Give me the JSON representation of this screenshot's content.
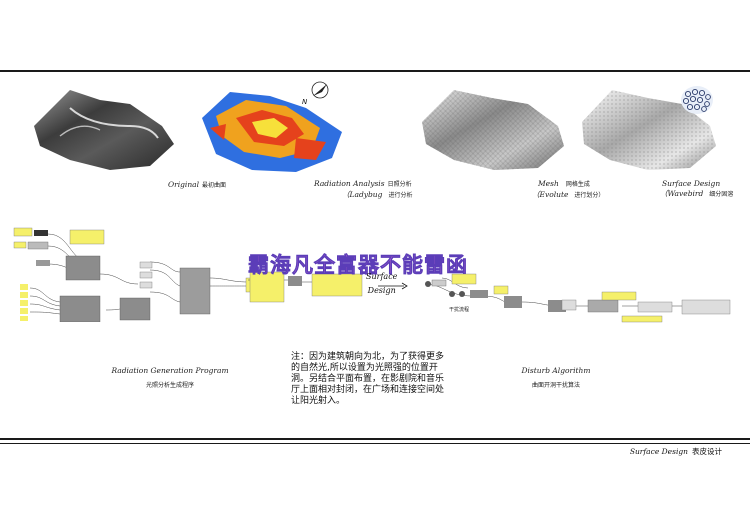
{
  "panels": [
    {
      "en": "Original",
      "cn": "最初曲面",
      "cn2": "",
      "paren": ""
    },
    {
      "en": "Radiation Analysis",
      "cn": "日照分析",
      "paren": "（Ladybug",
      "cn2": "进行分析"
    },
    {
      "en": "Mesh",
      "cn": "网格生成",
      "paren": "（Evolute",
      "cn2": "进行划分）"
    },
    {
      "en": "Surface Design",
      "cn": "",
      "paren": "（Wavebird",
      "cn2": "细分固溶"
    }
  ],
  "compass_label": "N",
  "left_section": {
    "title": "Radiation Generation Program",
    "subtitle": "光照分析生成程序"
  },
  "right_section": {
    "title": "Disturb Algorithm",
    "subtitle": "曲面开洞干扰算法"
  },
  "flow_label": {
    "line1": "Surface",
    "line2": "Design"
  },
  "watermark": "霸海凡全富器不能雷函",
  "note": "注：因为建筑朝向为北，为了获得更多的自然光,所以设置为光照强的位置开洞。另结合平面布置，在影剧院和音乐厅上面相对封闭，在广场和连接空间处让阳光射入。",
  "footer": {
    "en": "Surface Design",
    "cn": "表皮设计"
  },
  "node_small_label": "干扰流程",
  "colors": {
    "line": "#1a1a1a",
    "watermark": "#d26fd4",
    "node_yellow": "#f5f06a",
    "node_gray": "#8c8c8c"
  }
}
